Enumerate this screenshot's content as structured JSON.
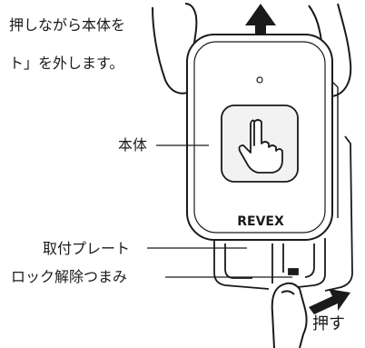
{
  "caption": {
    "line1": "押しながら本体を",
    "line2": "ト」を外します。"
  },
  "labels": {
    "body": "本体",
    "mounting_plate": "取付プレート",
    "lock_release_knob": "ロック解除つまみ",
    "push": "押す"
  },
  "device": {
    "brand": "REVEX",
    "button_icon": "hand-pointer-icon"
  },
  "colors": {
    "line": "#1a1a1a",
    "button_panel": "#f2f2f2",
    "background": "#ffffff"
  }
}
